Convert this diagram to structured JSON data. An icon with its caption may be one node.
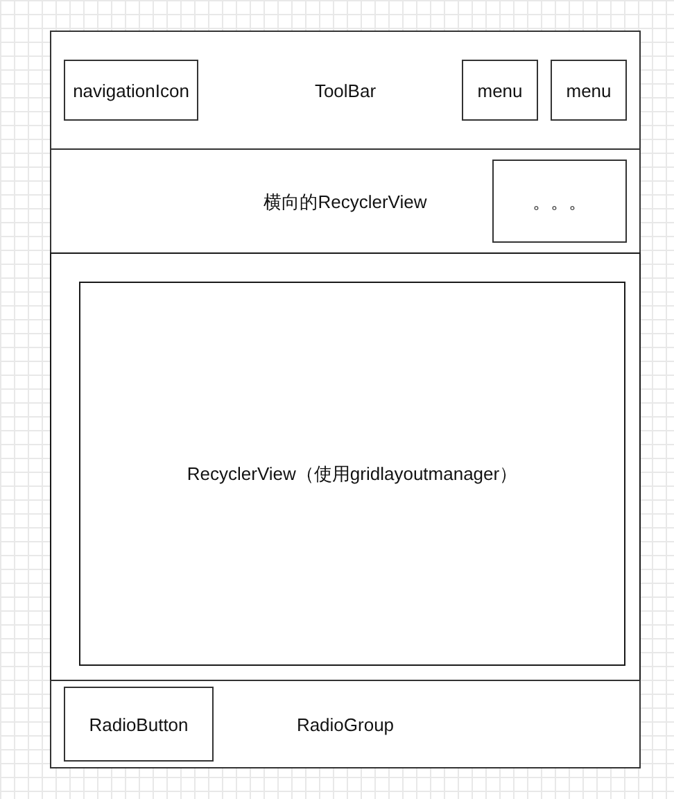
{
  "diagram": {
    "nodes": [
      {
        "text": [],
        "shape": "box"
      },
      {
        "text": [
          "ToolBar"
        ],
        "in": 0
      },
      {
        "text": [
          "navigationIcon"
        ],
        "in": 1
      },
      {
        "text": [
          "menu"
        ],
        "in": 1
      },
      {
        "text": [
          "menu"
        ],
        "in": 1
      },
      {
        "text": [
          "横向的RecyclerView"
        ],
        "in": 0
      },
      {
        "text": [
          "。。。"
        ],
        "in": 5
      },
      {
        "text": [],
        "shape": "box",
        "in": 0
      },
      {
        "text": [
          "RecyclerView（使用gridlayoutmanager）"
        ],
        "in": 7
      },
      {
        "text": [
          "RadioGroup"
        ],
        "in": 0
      },
      {
        "text": [
          "RadioButton"
        ],
        "in": 9
      }
    ]
  }
}
